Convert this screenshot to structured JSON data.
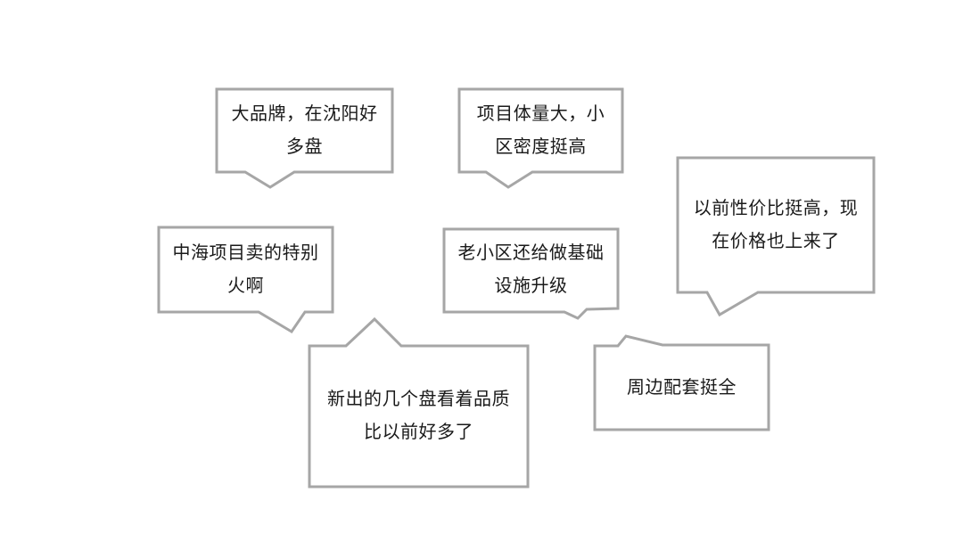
{
  "canvas": {
    "background_color": "#ffffff",
    "border_color": "#a6a6a6",
    "text_color": "#1a1a1a"
  },
  "bubbles": [
    {
      "id": "brand",
      "lines": [
        "大品牌，在沈阳好",
        "多盘"
      ]
    },
    {
      "id": "volume",
      "lines": [
        "项目体量大，小",
        "区密度挺高"
      ]
    },
    {
      "id": "hot-sales",
      "lines": [
        "中海项目卖的特别",
        "火啊"
      ]
    },
    {
      "id": "upgrade",
      "lines": [
        "老小区还给做基础",
        "设施升级"
      ]
    },
    {
      "id": "price",
      "lines": [
        "以前性价比挺高，现",
        "在价格也上来了"
      ]
    },
    {
      "id": "quality",
      "lines": [
        "新出的几个盘看着品质",
        "比以前好多了"
      ]
    },
    {
      "id": "facilities",
      "lines": [
        "周边配套挺全"
      ]
    }
  ]
}
